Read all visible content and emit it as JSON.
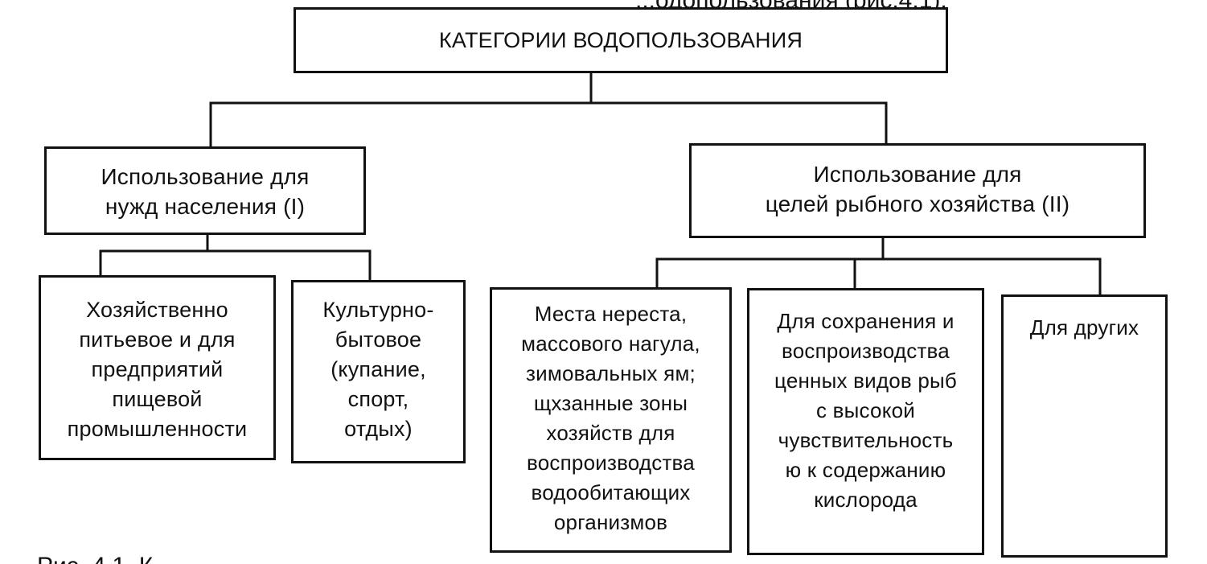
{
  "diagram": {
    "top_caption_fragment": "...одопользования (рис.4.1).",
    "bottom_caption_fragment": "Рис. 4.1. К",
    "root": {
      "label": "КАТЕГОРИИ ВОДОПОЛЬЗОВАНИЯ"
    },
    "category_1": {
      "label": "Использование для\nнужд населения (I)",
      "children": [
        {
          "label": "Хозяйственно\nпитьевое и для\nпредприятий\nпищевой\nпромышленности"
        },
        {
          "label": "Культурно-\nбытовое\n(купание,\nспорт,\nотдых)"
        }
      ]
    },
    "category_2": {
      "label": "Использование для\nцелей рыбного хозяйства (II)",
      "children": [
        {
          "label": "Места нереста,\nмассового нагула,\nзимовальных ям;\nщхзанные зоны\nхозяйств для\nвоспроизводства\nводообитающих\nорганизмов"
        },
        {
          "label": "Для сохранения и\nвоспроизводства\nценных видов рыб\nс высокой\nчувствительность\nю к содержанию\nкислорода"
        },
        {
          "label": "Для других"
        }
      ]
    }
  }
}
